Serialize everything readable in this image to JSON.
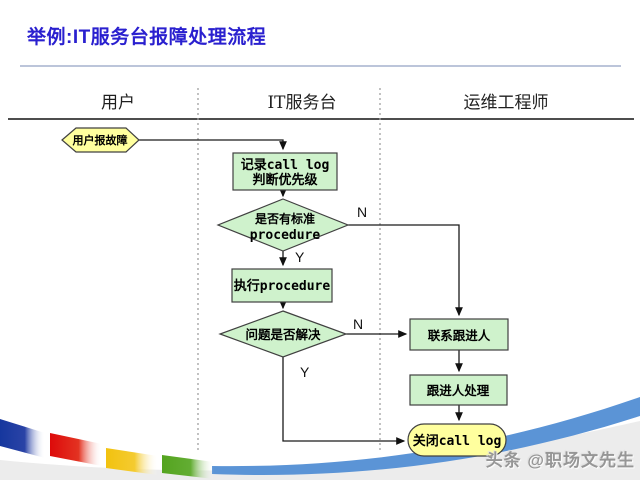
{
  "title": "举例:IT服务台报障处理流程",
  "lanes": [
    {
      "label": "用户"
    },
    {
      "label": "IT服务台"
    },
    {
      "label": "运维工程师"
    }
  ],
  "flow": {
    "start": "用户报故障",
    "record_line1": "记录call log",
    "record_line2": "判断优先级",
    "decision1_line1": "是否有标准",
    "decision1_line2": "procedure",
    "execute": "执行procedure",
    "decision2": "问题是否解决",
    "contact": "联系跟进人",
    "handle": "跟进人处理",
    "close": "关闭call log",
    "yes": "Y",
    "no": "N"
  },
  "watermark": "头条 @职场文先生",
  "colors": {
    "title_blue": "#2a20cf",
    "shape_green": "#cff2cc",
    "shape_yellow": "#ffff9e",
    "shape_border": "#404040",
    "swoosh_blue": "#5b94d6",
    "band_navy": "#16379e",
    "band_red": "#dd0a0a",
    "band_yellow": "#f2c20f",
    "band_green": "#54a41f",
    "bottom_gray": "#ececec",
    "watermark_gray": "#969696"
  }
}
